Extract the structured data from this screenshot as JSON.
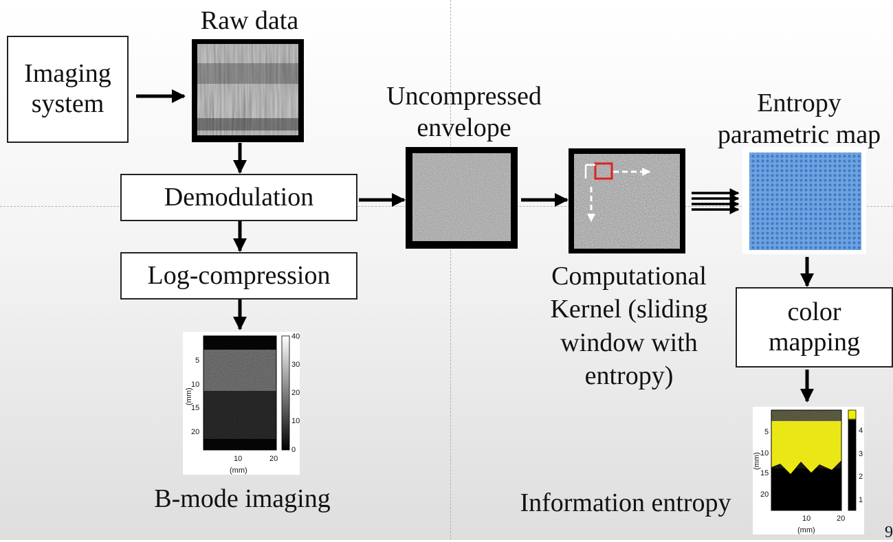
{
  "boxes": {
    "imaging_system": "Imaging\nsystem",
    "demodulation": "Demodulation",
    "log_compression": "Log-compression",
    "color_mapping": "color\nmapping"
  },
  "labels": {
    "raw_data": "Raw data",
    "uncompressed_envelope": "Uncompressed\nenvelope",
    "entropy_map": "Entropy\nparametric map",
    "kernel": "Computational\nKernel (sliding\nwindow with\nentropy)",
    "b_mode": "B-mode imaging",
    "info_entropy": "Information entropy",
    "page_number": "9"
  },
  "bmode_plot": {
    "xlabel": "(mm)",
    "ylabel": "(mm)",
    "xticks": [
      "10",
      "20"
    ],
    "yticks": [
      "5",
      "10",
      "15",
      "20"
    ],
    "colorbar_ticks": [
      "40",
      "30",
      "20",
      "10",
      "0"
    ]
  },
  "entropy_plot": {
    "xlabel": "(mm)",
    "ylabel": "(mm)",
    "xticks": [
      "10",
      "20"
    ],
    "yticks": [
      "5",
      "10",
      "15",
      "20"
    ],
    "colorbar_ticks": [
      "4",
      "3",
      "2",
      "1"
    ]
  },
  "colors": {
    "kernel_window": "#e02020",
    "entropy_map_blue": "#5a93d6",
    "entropy_yellow": "#f2ee00"
  }
}
